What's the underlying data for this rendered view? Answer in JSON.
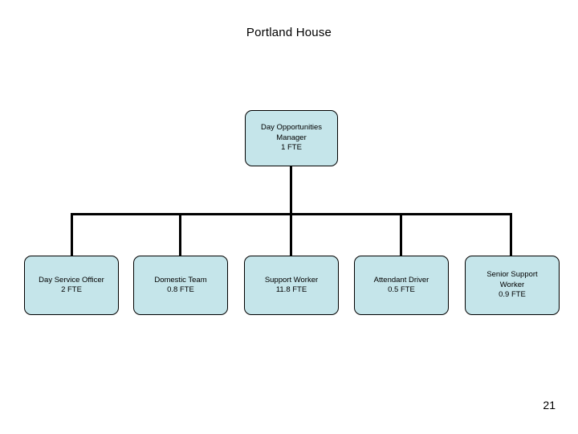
{
  "slide": {
    "title": "Portland House",
    "page_number": "21",
    "node_fill": "#c5e5ea",
    "node_border": "#000000",
    "connector_color": "#000000"
  },
  "chart": {
    "root": {
      "text": "Day Opportunities\nManager\n1 FTE",
      "role": "Day Opportunities Manager",
      "fte": "1 FTE"
    },
    "children": [
      {
        "text": "Day Service Officer\n2 FTE",
        "role": "Day Service Officer",
        "fte": "2 FTE"
      },
      {
        "text": "Domestic Team\n0.8 FTE",
        "role": "Domestic Team",
        "fte": "0.8 FTE"
      },
      {
        "text": "Support Worker\n11.8 FTE",
        "role": "Support Worker",
        "fte": "11.8 FTE"
      },
      {
        "text": "Attendant Driver\n0.5 FTE",
        "role": "Attendant Driver",
        "fte": "0.5 FTE"
      },
      {
        "text": "Senior Support\nWorker\n0.9 FTE",
        "role": "Senior Support Worker",
        "fte": "0.9 FTE"
      }
    ]
  }
}
